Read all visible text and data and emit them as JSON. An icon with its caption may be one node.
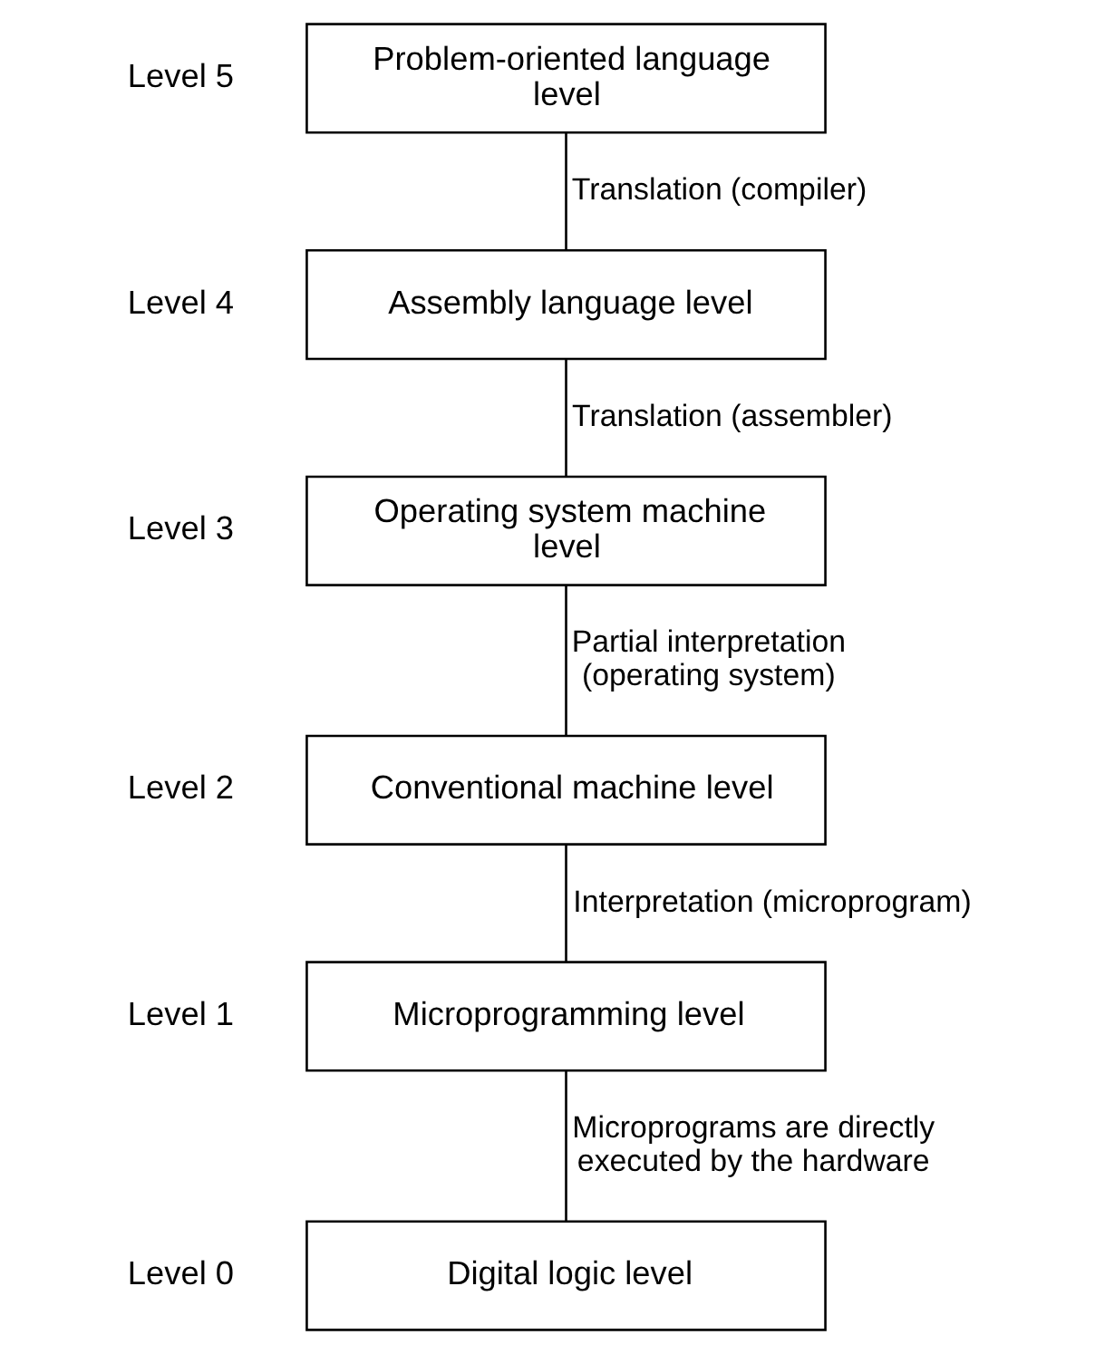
{
  "diagram": {
    "nodes": [
      {
        "text": [
          "Problem-oriented language level"
        ],
        "beside": [
          "Level 5"
        ]
      },
      {
        "text": [
          "Assembly language level"
        ],
        "beside": [
          "Level 4"
        ]
      },
      {
        "text": [
          "Operating system machine level"
        ],
        "beside": [
          "Level 3"
        ]
      },
      {
        "text": [
          "Conventional machine level"
        ],
        "beside": [
          "Level 2"
        ]
      },
      {
        "text": [
          "Microprogramming level"
        ],
        "beside": [
          "Level 1"
        ]
      },
      {
        "text": [
          "Digital logic level"
        ],
        "beside": [
          "Level 0"
        ]
      }
    ],
    "edges": [
      {
        "from": 0,
        "to": 1,
        "arrow": "none",
        "label": "Translation (compiler)"
      },
      {
        "from": 1,
        "to": 2,
        "arrow": "none",
        "label": "Translation (assembler)"
      },
      {
        "from": 2,
        "to": 3,
        "arrow": "none",
        "label": "Partial interpretation (operating system)"
      },
      {
        "from": 3,
        "to": 4,
        "arrow": "none",
        "label": "Interpretation (microprogram)"
      },
      {
        "from": 4,
        "to": 5,
        "arrow": "none",
        "label": "Microprograms are directly executed by the hardware"
      }
    ]
  }
}
